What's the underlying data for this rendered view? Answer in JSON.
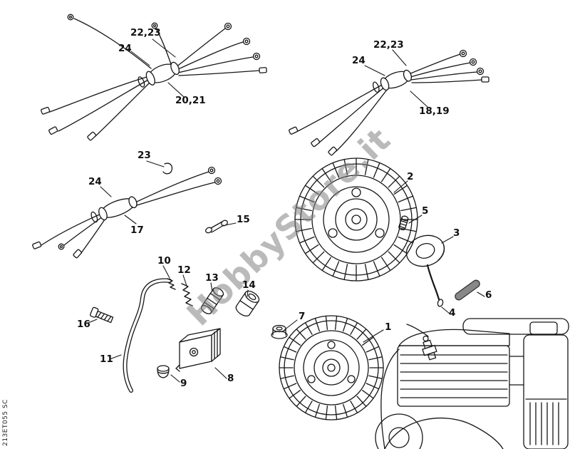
{
  "diagram": {
    "watermark": "HobbyStore.it",
    "code": "213ET055 SC",
    "callouts": [
      {
        "text": "22,23"
      },
      {
        "text": "24"
      },
      {
        "text": "20,21"
      },
      {
        "text": "22,23"
      },
      {
        "text": "24"
      },
      {
        "text": "18,19"
      },
      {
        "text": "23"
      },
      {
        "text": "24"
      },
      {
        "text": "17"
      },
      {
        "text": "15"
      },
      {
        "text": "2"
      },
      {
        "text": "5"
      },
      {
        "text": "3"
      },
      {
        "text": "6"
      },
      {
        "text": "4"
      },
      {
        "text": "10"
      },
      {
        "text": "12"
      },
      {
        "text": "13"
      },
      {
        "text": "14"
      },
      {
        "text": "16"
      },
      {
        "text": "11"
      },
      {
        "text": "9"
      },
      {
        "text": "8"
      },
      {
        "text": "7"
      },
      {
        "text": "1"
      }
    ]
  }
}
